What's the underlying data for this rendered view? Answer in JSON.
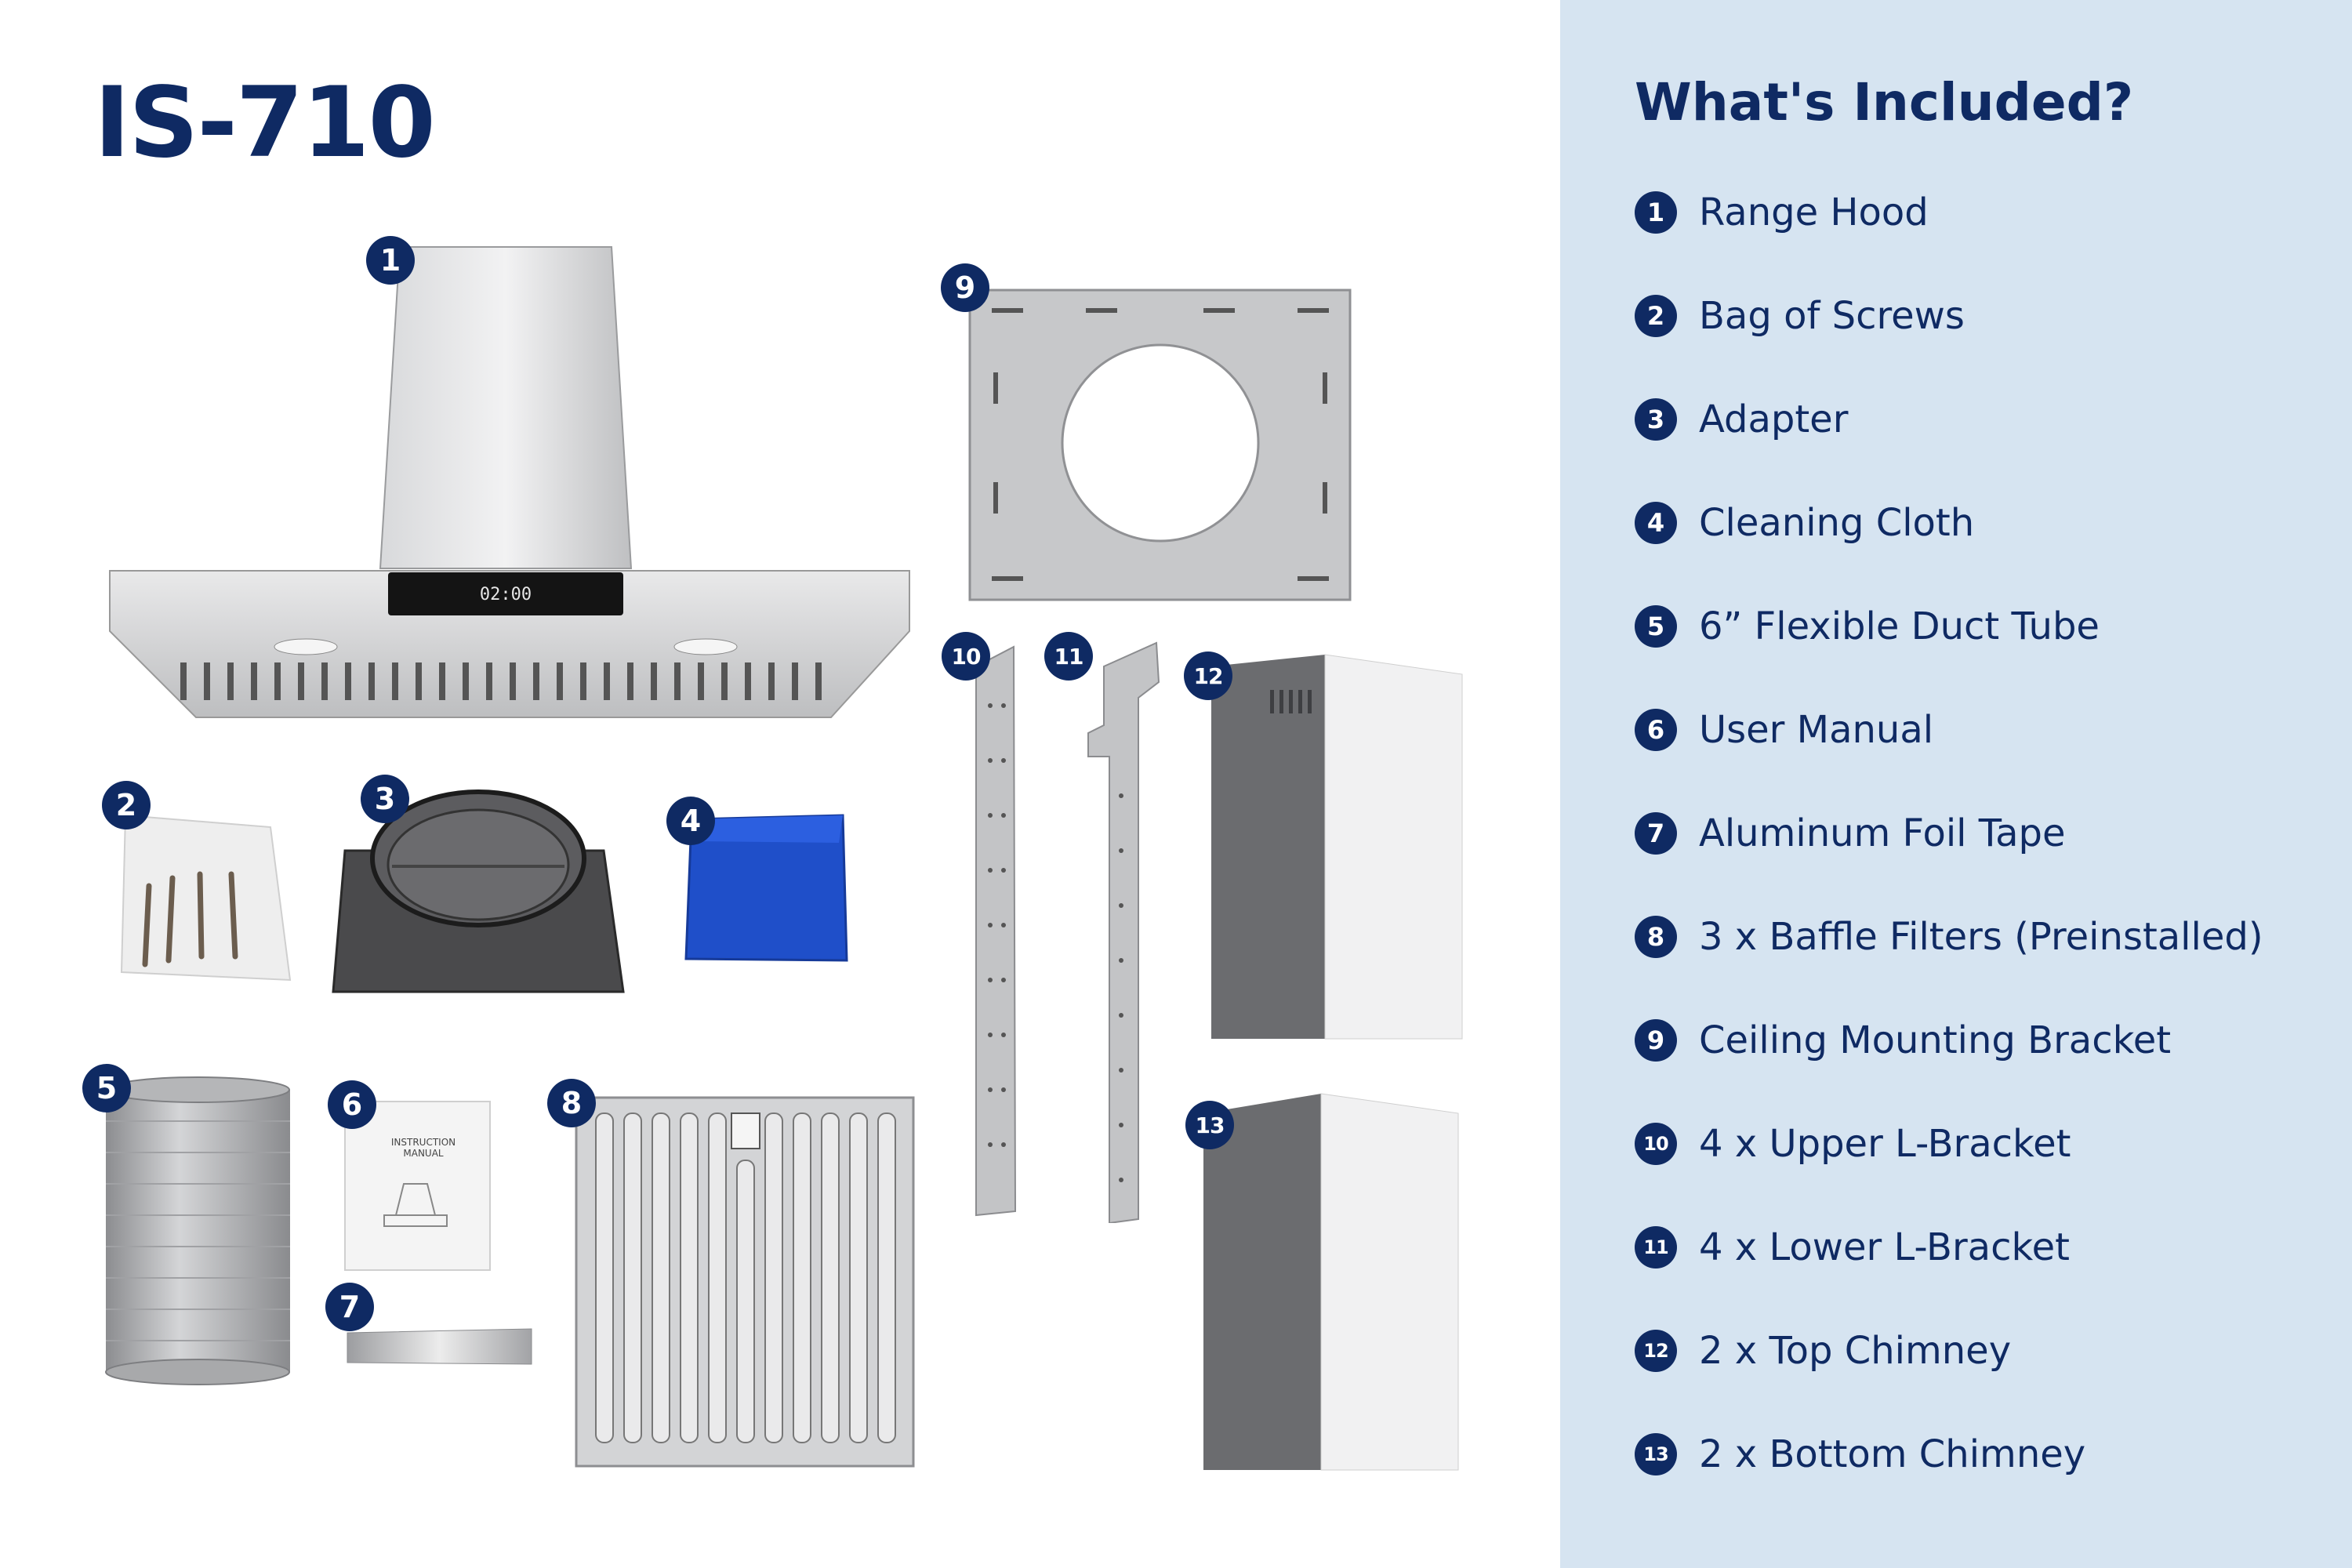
{
  "model": "IS-710",
  "included": {
    "heading": "What's Included?",
    "items": [
      {
        "num": "1",
        "label": "Range Hood"
      },
      {
        "num": "2",
        "label": "Bag of Screws"
      },
      {
        "num": "3",
        "label": "Adapter"
      },
      {
        "num": "4",
        "label": "Cleaning Cloth"
      },
      {
        "num": "5",
        "label": "6” Flexible Duct Tube"
      },
      {
        "num": "6",
        "label": "User Manual"
      },
      {
        "num": "7",
        "label": "Aluminum Foil Tape"
      },
      {
        "num": "8",
        "label": "3 x Baffle Filters (Preinstalled)"
      },
      {
        "num": "9",
        "label": "Ceiling Mounting Bracket"
      },
      {
        "num": "10",
        "label": "4 x Upper L-Bracket"
      },
      {
        "num": "11",
        "label": "4 x Lower L-Bracket"
      },
      {
        "num": "12",
        "label": "2 x Top Chimney"
      },
      {
        "num": "13",
        "label": "2 x Bottom Chimney"
      }
    ]
  },
  "hood_display": "02:00",
  "manual_text": "INSTRUCTION MANUAL",
  "colors": {
    "navy": "#0f2a63",
    "panel": "#d6e4f1",
    "steel": "#c9cacc",
    "cloth": "#1f4fc9"
  }
}
